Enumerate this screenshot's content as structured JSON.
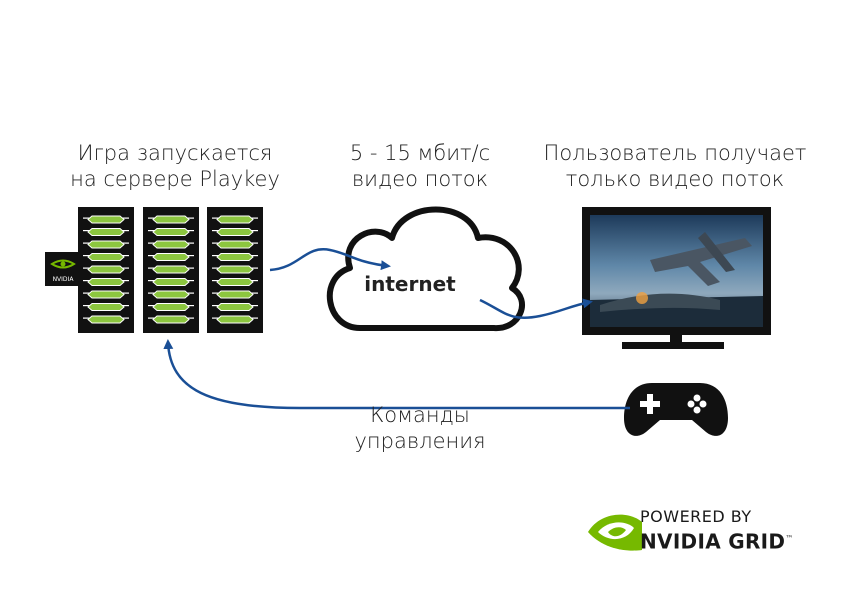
{
  "labels": {
    "server": [
      "Игра запускается",
      "на сервере Playkey"
    ],
    "bitrate": [
      "5 - 15 мбит/с",
      "видео поток"
    ],
    "user": [
      "Пользователь получает",
      "только видео поток"
    ],
    "commands": [
      "Команды",
      "управления"
    ]
  },
  "cloud": {
    "text": "internet"
  },
  "server_badge": {
    "text": "NVIDIA"
  },
  "powered": {
    "line1": "POWERED BY",
    "line2": "NVIDIA GRID",
    "trademark": "™"
  },
  "colors": {
    "arrow": "#1a4f96",
    "slot_green": "#8cc63f",
    "nvidia_green": "#76b900",
    "dark": "#111111"
  },
  "icons": [
    "server-rack-icon",
    "cloud-icon",
    "monitor-icon",
    "gamepad-icon",
    "nvidia-logo-icon"
  ]
}
